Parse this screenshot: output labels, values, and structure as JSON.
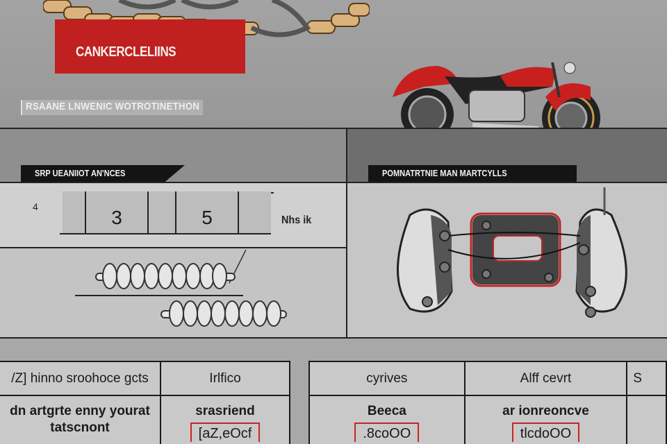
{
  "header": {
    "brand_title": "CANKERCLELIINS",
    "subtitle": "RSAANE LNWENIC WOTROTINETHON"
  },
  "sections": {
    "left_tab": "SRP UEANIIOT AN'NCES",
    "right_tab": "POMNATRTNIE MAN MARTCYLLS"
  },
  "rack_diagram": {
    "left_label": "4",
    "right_label": "Nhs ik",
    "cells": [
      "",
      "3",
      "",
      "5",
      ""
    ]
  },
  "illustrations": {
    "motorcycle": "red-cruiser-motorcycle",
    "springs": "chain-spring-parts",
    "calipers": "brake-caliper-assembly"
  },
  "tables": {
    "left": {
      "headers": [
        "/Z] hinno sroohoce gcts",
        "Irlfico"
      ],
      "row": [
        "dn artgrte enny yourat tatscnont",
        "srasriend"
      ],
      "codes": [
        "",
        "[aZ,eOcf"
      ]
    },
    "right": {
      "headers": [
        "cyrives",
        "Alff cevrt",
        "S"
      ],
      "row": [
        "Beeca",
        "ar ionreoncve",
        ""
      ],
      "codes": [
        ".8coOO",
        "tlcdoOO",
        ""
      ]
    }
  },
  "colors": {
    "brand_red": "#c0201f",
    "tab_black": "#141414",
    "background_gray": "#9a9a9a",
    "code_box_red": "#c42626"
  }
}
